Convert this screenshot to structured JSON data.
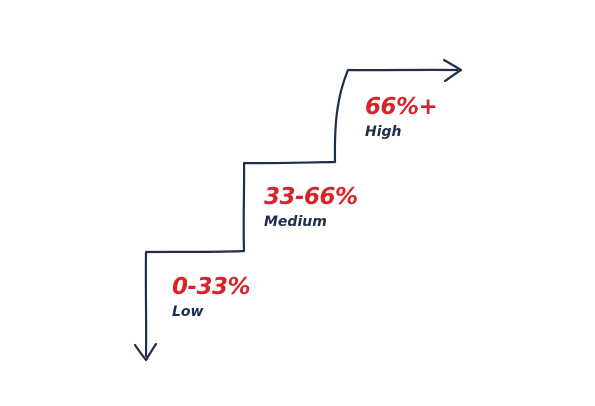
{
  "colors": {
    "stroke": "#1f2e4d",
    "accent": "#d8232a",
    "label": "#1f2e4d"
  },
  "tiers": [
    {
      "range": "0-33%",
      "label": "Low"
    },
    {
      "range": "33-66%",
      "label": "Medium"
    },
    {
      "range": "66%+",
      "label": "High"
    }
  ]
}
